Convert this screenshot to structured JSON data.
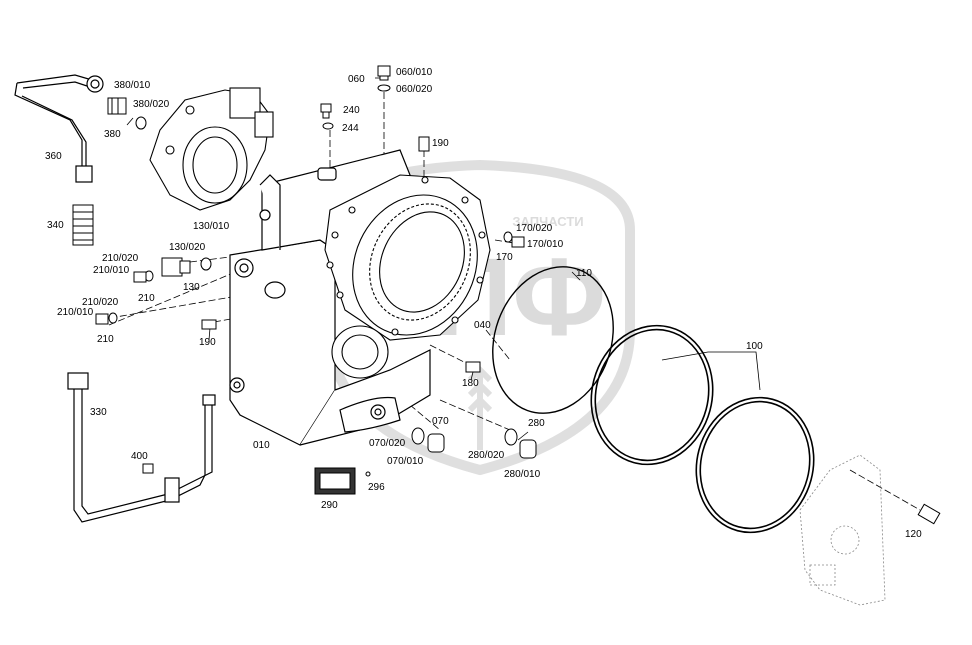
{
  "watermark": {
    "big": "СПФ",
    "small": "ЗАПЧАСТИ"
  },
  "labels": {
    "l360": "360",
    "l340": "340",
    "l380_010": "380/010",
    "l380_020": "380/020",
    "l380": "380",
    "l130_010": "130/010",
    "l130_020": "130/020",
    "l130": "130",
    "l210_020a": "210/020",
    "l210_010a": "210/010",
    "l210a": "210",
    "l210_020b": "210/020",
    "l210_010b": "210/010",
    "l210b": "210",
    "l190a": "190",
    "l330": "330",
    "l400": "400",
    "l010": "010",
    "l290": "290",
    "l296": "296",
    "l240": "240",
    "l244": "244",
    "l060": "060",
    "l060_010": "060/010",
    "l060_020": "060/020",
    "l190b": "190",
    "l170_020": "170/020",
    "l170_010": "170/010",
    "l170": "170",
    "l110": "110",
    "l040": "040",
    "l180": "180",
    "l070": "070",
    "l070_020": "070/020",
    "l070_010": "070/010",
    "l280": "280",
    "l280_020": "280/020",
    "l280_010": "280/010",
    "l100": "100",
    "l120": "120"
  }
}
